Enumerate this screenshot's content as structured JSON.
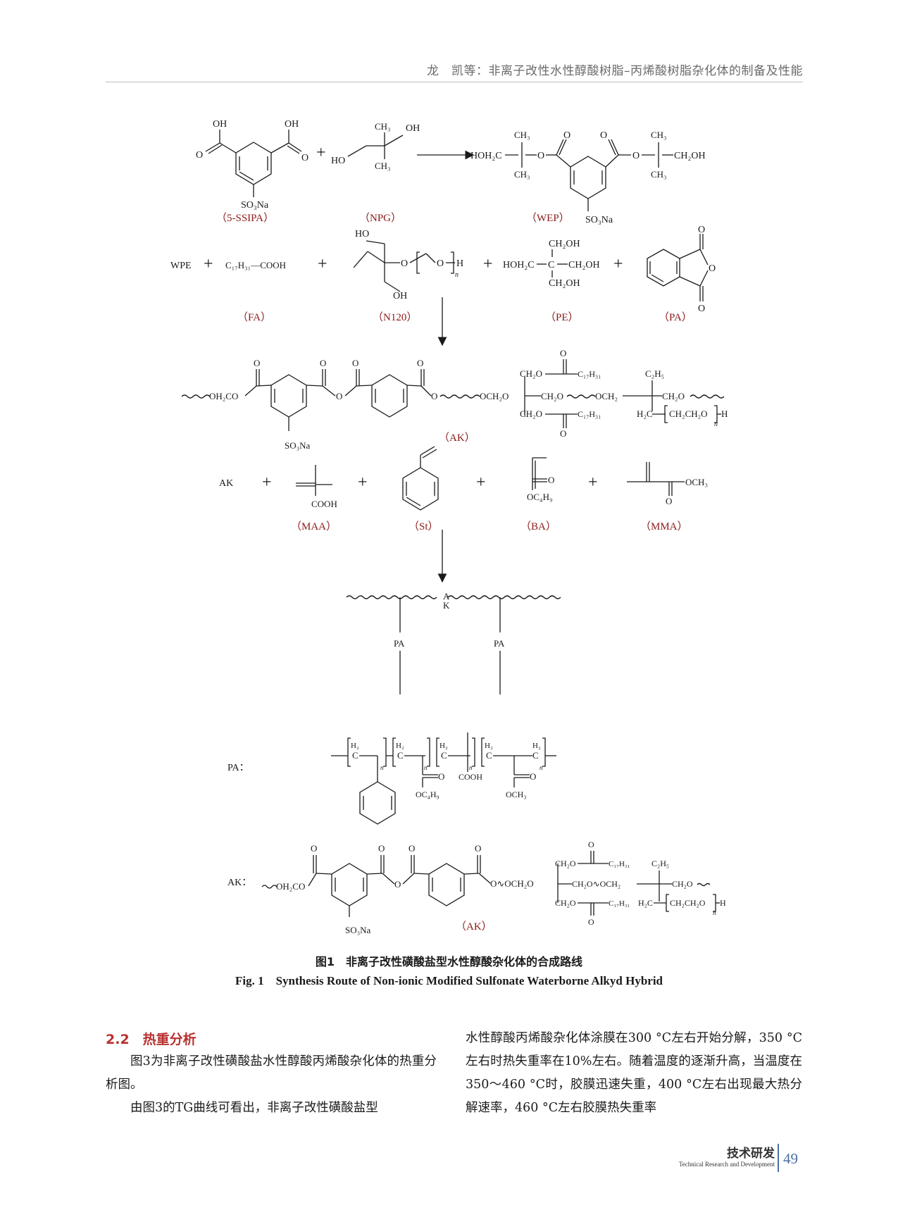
{
  "header": {
    "running_title": "龙　凯等：非离子改性水性醇酸树脂–丙烯酸树脂杂化体的制备及性能"
  },
  "scheme": {
    "row1": {
      "oh_a": "OH",
      "oh_b": "OH",
      "o_a": "O",
      "o_b": "O",
      "so3na": "SO₃Na",
      "plus": "+",
      "npg_ch3_top": "CH₃",
      "npg_oh": "OH",
      "npg_ho": "HO",
      "npg_ch3_bot": "CH₃",
      "wep_hoh2c": "HOH₂C",
      "wep_ch3_1": "CH₃",
      "wep_ch3_2": "CH₃",
      "wep_o_1": "O",
      "wep_o_2": "O",
      "wep_o_3": "O",
      "wep_o_4": "O",
      "wep_ch3_3": "CH₃",
      "wep_ch3_4": "CH₃",
      "wep_ch2oh": "CH₂OH",
      "wep_so3na": "SO₃Na",
      "label_ssipa": "（5-SSIPA）",
      "label_npg": "（NPG）",
      "label_wep": "（WEP）"
    },
    "row2": {
      "wpe": "WPE",
      "fa_formula": "C₁₇H₃₁—COOH",
      "n120_ho": "HO",
      "n120_o1": "O",
      "n120_o2": "O",
      "n120_h": "H",
      "n120_n": "n",
      "n120_oh": "OH",
      "pe_ch2oh_top": "CH₂OH",
      "pe_hoh2c": "HOH₂C",
      "pe_c": "C",
      "pe_ch2oh_right": "CH₂OH",
      "pe_ch2oh_bot": "CH₂OH",
      "pa_o1": "O",
      "pa_o2": "O",
      "pa_o3": "O",
      "label_fa": "（FA）",
      "label_n120": "（N120）",
      "label_pe": "（PE）",
      "label_pa": "（PA）"
    },
    "row3": {
      "o1": "O",
      "o2": "O",
      "o3": "O",
      "o4": "O",
      "oh2co": "OH₂CO",
      "o_ester": "O",
      "o_right": "O",
      "och2o": "OCH₂O",
      "ch2o_top": "CH₂O",
      "c17_top": "C₁₇H₃₁",
      "ch2o_mid": "CH₂O",
      "och2": "OCH₂",
      "c2h5": "C₂H₅",
      "ch2o_r": "CH₂O",
      "ch2o_bot": "CH₂O",
      "c17_bot": "C₁₇H₃₁",
      "o_top": "O",
      "o_bot": "O",
      "h2c": "H₂C",
      "peg": "CH₂CH₂O",
      "h": "H",
      "n": "n",
      "so3na": "SO₃Na",
      "label_ak": "（AK）"
    },
    "row4": {
      "ak": "AK",
      "cooh": "COOH",
      "ba_o": "O",
      "ba_oc4h9": "OC₄H₉",
      "mma_och3": "OCH₃",
      "mma_o": "O",
      "label_maa": "（MAA）",
      "label_st": "（St）",
      "label_ba": "（BA）",
      "label_mma": "（MMA）"
    },
    "graft": {
      "a": "A",
      "k": "K",
      "pa_left": "PA",
      "pa_right": "PA"
    },
    "pa_struct": {
      "prefix": "PA：",
      "h2_1": "H₂",
      "c_1": "C",
      "h2_2": "H₂",
      "c_2": "C",
      "h2_3": "H₂",
      "c_3": "C",
      "h2_4": "H₂",
      "c_4": "C",
      "h2_5": "H₂",
      "c_5": "C",
      "n": "n",
      "o_1": "O",
      "oc4h9": "OC₄H₉",
      "cooh": "COOH",
      "o_2": "O",
      "och3": "OCH₃"
    },
    "ak_struct": {
      "prefix": "AK：",
      "o1": "O",
      "o2": "O",
      "o3": "O",
      "o4": "O",
      "oh2co": "OH₂CO",
      "o_ester": "O",
      "och2o": "O∿OCH₂O",
      "ch2o_top": "CH₂O",
      "o_top": "O",
      "c17_top": "C₁₇H₃₁",
      "c2h5": "C₂H₅",
      "ch2o_mid": "CH₂O∿OCH₂",
      "ch2o_r": "CH₂O",
      "ch2o_bot": "CH₂O",
      "c17_bot": "C₁₇H₃₁",
      "h2c": "H₂C",
      "peg": "CH₂CH₂O",
      "h": "H",
      "n": "n",
      "o_bot": "O",
      "so3na": "SO₃Na",
      "label_ak": "（AK）"
    }
  },
  "figure": {
    "caption_cn": "图1　非离子改性磺酸盐型水性醇酸杂化体的合成路线",
    "caption_en": "Fig. 1　Synthesis Route of Non-ionic Modified Sulfonate Waterborne Alkyd Hybrid"
  },
  "section": {
    "title": "2.2　热重分析",
    "left_p1": "图3为非离子改性磺酸盐水性醇酸丙烯酸杂化体的热重分析图。",
    "left_p2": "由图3的TG曲线可看出，非离子改性磺酸盐型",
    "right_p1": "水性醇酸丙烯酸杂化体涂膜在300 °C左右开始分解，350 °C左右时热失重率在10%左右。随着温度的逐渐升高，当温度在350～460 °C时，胶膜迅速失重，400 °C左右出现最大热分解速率，460 °C左右胶膜热失重率"
  },
  "footer": {
    "section_cn": "技术研发",
    "section_en": "Technical Research and Development",
    "page_number": "49"
  }
}
